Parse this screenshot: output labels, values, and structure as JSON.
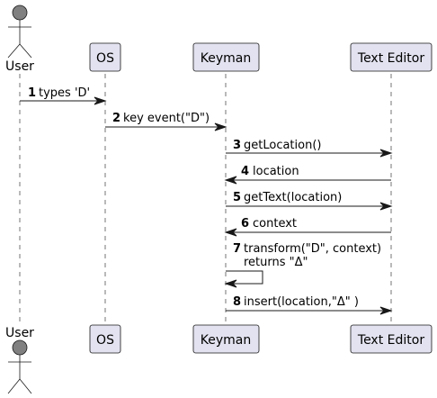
{
  "participants": [
    {
      "id": "user",
      "label": "User",
      "kind": "actor"
    },
    {
      "id": "os",
      "label": "OS",
      "kind": "participant"
    },
    {
      "id": "keyman",
      "label": "Keyman",
      "kind": "participant"
    },
    {
      "id": "editor",
      "label": "Text Editor",
      "kind": "participant"
    }
  ],
  "messages": [
    {
      "num": "1",
      "from": "user",
      "to": "os",
      "lines": [
        "types 'D'"
      ]
    },
    {
      "num": "2",
      "from": "os",
      "to": "keyman",
      "lines": [
        "key event(\"D\")"
      ]
    },
    {
      "num": "3",
      "from": "keyman",
      "to": "editor",
      "lines": [
        "getLocation()"
      ]
    },
    {
      "num": "4",
      "from": "editor",
      "to": "keyman",
      "lines": [
        "location"
      ]
    },
    {
      "num": "5",
      "from": "keyman",
      "to": "editor",
      "lines": [
        "getText(location)"
      ]
    },
    {
      "num": "6",
      "from": "editor",
      "to": "keyman",
      "lines": [
        "context"
      ]
    },
    {
      "num": "7",
      "from": "keyman",
      "to": "keyman",
      "lines": [
        "transform(\"D\", context)",
        "returns \"Δ\""
      ]
    },
    {
      "num": "8",
      "from": "keyman",
      "to": "editor",
      "lines": [
        "insert(location,\"Δ\" )"
      ]
    }
  ],
  "colors": {
    "participant_fill": "#e2e2f0",
    "actor_fill": "#808080",
    "line": "#181818"
  }
}
